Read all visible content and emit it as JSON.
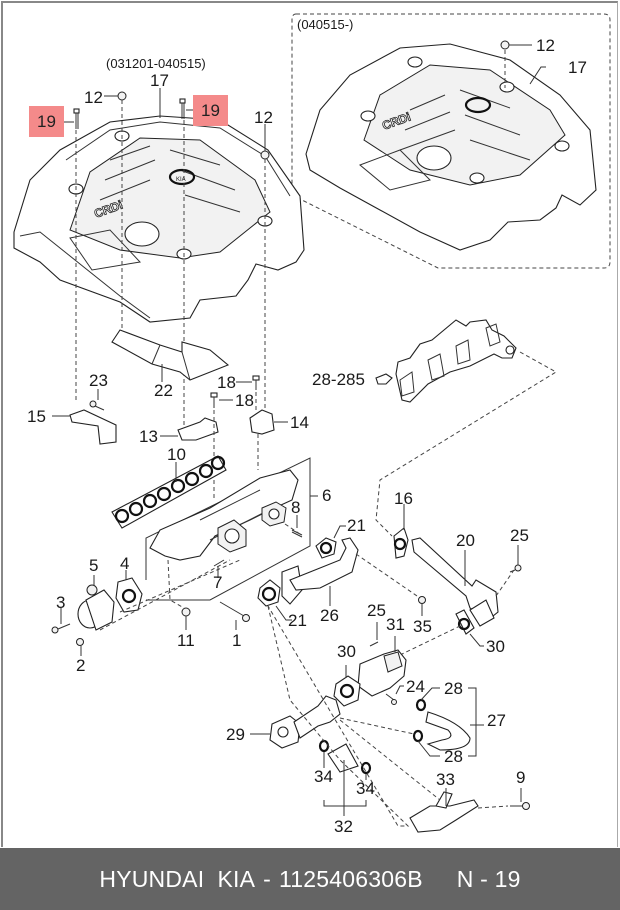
{
  "diagram": {
    "variant_labels": {
      "old_cover_range": "(031201-040515)",
      "new_cover_range": "(040515-)"
    },
    "highlight_color": "#f48a8a",
    "callouts": [
      {
        "id": "c17a",
        "text": "17"
      },
      {
        "id": "c12a",
        "text": "12"
      },
      {
        "id": "c19a",
        "text": "19",
        "highlighted": true
      },
      {
        "id": "c19b",
        "text": "19",
        "highlighted": true
      },
      {
        "id": "c12b",
        "text": "12"
      },
      {
        "id": "c12c",
        "text": "12"
      },
      {
        "id": "c17b",
        "text": "17"
      },
      {
        "id": "c22",
        "text": "22"
      },
      {
        "id": "c23",
        "text": "23"
      },
      {
        "id": "c15",
        "text": "15"
      },
      {
        "id": "c18a",
        "text": "18"
      },
      {
        "id": "c18b",
        "text": "18"
      },
      {
        "id": "c13",
        "text": "13"
      },
      {
        "id": "c14",
        "text": "14"
      },
      {
        "id": "c10",
        "text": "10"
      },
      {
        "id": "c6",
        "text": "6"
      },
      {
        "id": "c8",
        "text": "8"
      },
      {
        "id": "c21a",
        "text": "21"
      },
      {
        "id": "c5",
        "text": "5"
      },
      {
        "id": "c4",
        "text": "4"
      },
      {
        "id": "c7",
        "text": "7"
      },
      {
        "id": "c3",
        "text": "3"
      },
      {
        "id": "c2",
        "text": "2"
      },
      {
        "id": "c11",
        "text": "11"
      },
      {
        "id": "c1",
        "text": "1"
      },
      {
        "id": "c21b",
        "text": "21"
      },
      {
        "id": "c26",
        "text": "26"
      },
      {
        "id": "c16",
        "text": "16"
      },
      {
        "id": "c20",
        "text": "20"
      },
      {
        "id": "c25a",
        "text": "25"
      },
      {
        "id": "c35",
        "text": "35"
      },
      {
        "id": "c30a",
        "text": "30"
      },
      {
        "id": "c25b",
        "text": "25"
      },
      {
        "id": "c31",
        "text": "31"
      },
      {
        "id": "c30b",
        "text": "30"
      },
      {
        "id": "c24",
        "text": "24"
      },
      {
        "id": "c28a",
        "text": "28"
      },
      {
        "id": "c27",
        "text": "27"
      },
      {
        "id": "c28b",
        "text": "28"
      },
      {
        "id": "c29",
        "text": "29"
      },
      {
        "id": "c34a",
        "text": "34"
      },
      {
        "id": "c34b",
        "text": "34"
      },
      {
        "id": "c32",
        "text": "32"
      },
      {
        "id": "c33",
        "text": "33"
      },
      {
        "id": "c9",
        "text": "9"
      },
      {
        "id": "c28285",
        "text": "28-285"
      }
    ]
  },
  "footer": {
    "brand": "HYUNDAI  KIA",
    "separator": "-",
    "part_number": "1125406306B",
    "page_ref": "N - 19"
  }
}
